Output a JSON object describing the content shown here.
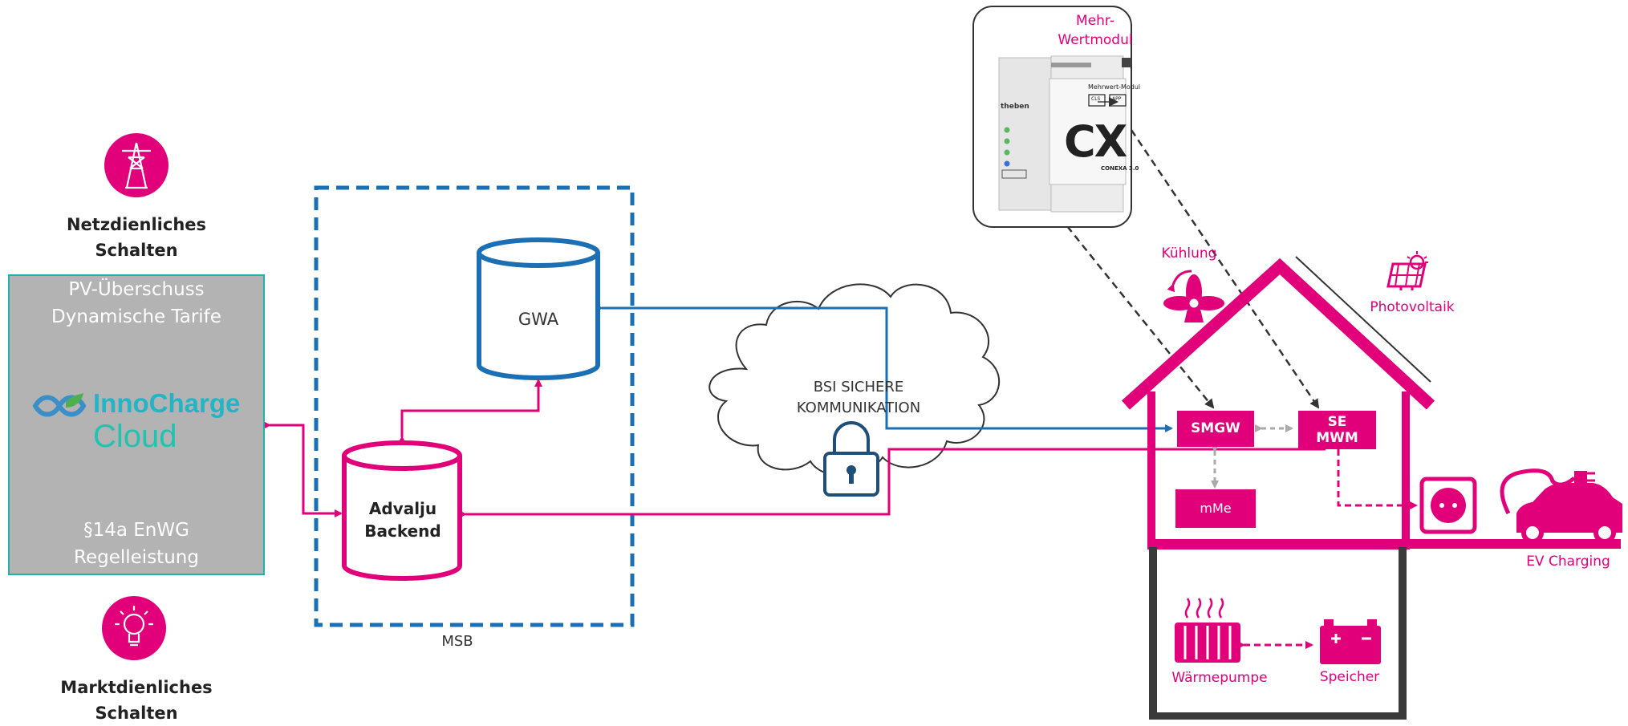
{
  "left_panel": {
    "top_label_line1": "Netzdienliches",
    "top_label_line2": "Schalten",
    "box_line1": "PV-Überschuss",
    "box_line2": "Dynamische Tarife",
    "logo_innocharge": "InnoCharge",
    "logo_cloud": "Cloud",
    "box_line3": "§14a EnWG",
    "box_line4": "Regelleistung",
    "bottom_label_line1": "Marktdienliches",
    "bottom_label_line2": "Schalten"
  },
  "msb": {
    "label": "MSB",
    "gwa": "GWA",
    "backend_line1": "Advalju",
    "backend_line2": "Backend"
  },
  "cloud": {
    "line1": "BSI SICHERE",
    "line2": "KOMMUNIKATION"
  },
  "module": {
    "title_line1": "Mehr-",
    "title_line2": "Wertmodul",
    "device_brand": "theben",
    "device_cx": "CX",
    "device_conexa": "CONEXA 3.0",
    "device_mehrwert": "Mehrwert-Modul",
    "device_cls": "CLS",
    "device_app": "APP"
  },
  "house": {
    "kuehlung": "Kühlung",
    "photovoltaik": "Photovoltaik",
    "smgw": "SMGW",
    "se_line1": "SE",
    "se_line2": "MWM",
    "mme": "mMe",
    "ev": "EV Charging",
    "waermepumpe": "Wärmepumpe",
    "speicher": "Speicher"
  },
  "colors": {
    "magenta": "#e2007a",
    "blue": "#1a6fb5",
    "grey_box": "#b3b3b3",
    "teal_border": "#20b2aa",
    "house_dark": "#3a3a3a"
  }
}
